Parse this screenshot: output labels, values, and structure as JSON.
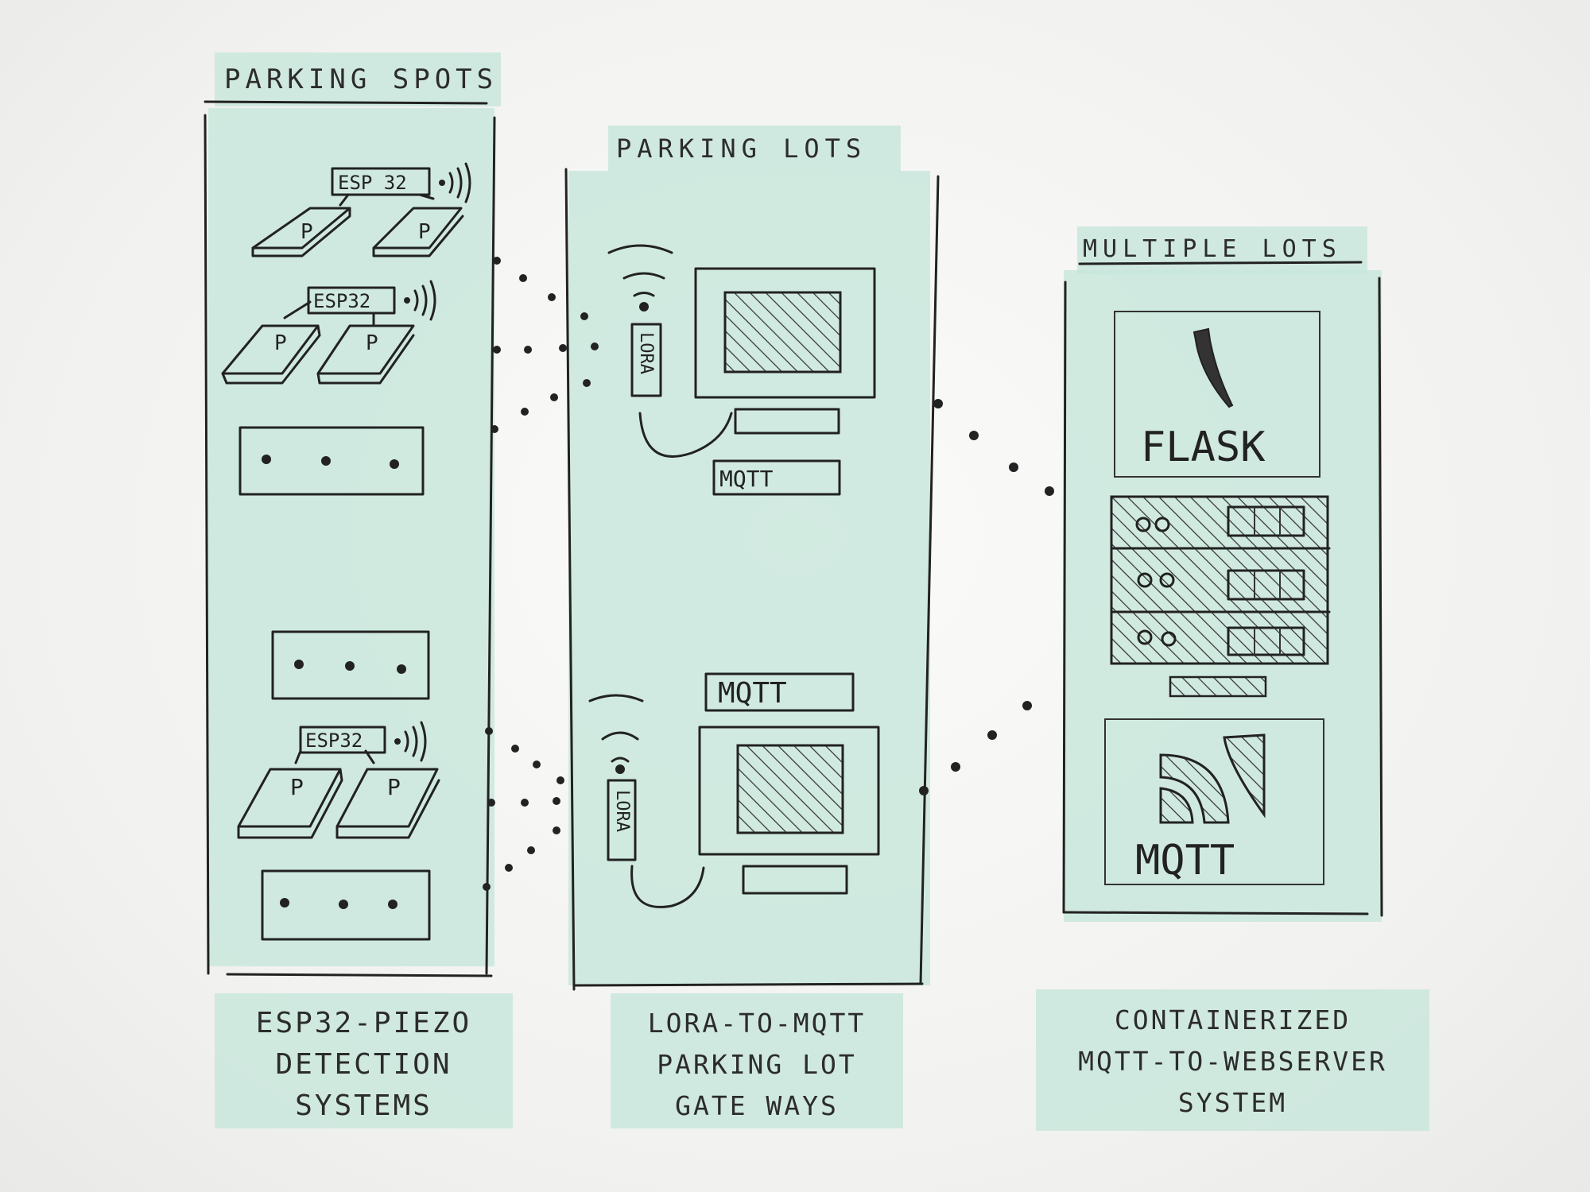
{
  "columns": {
    "spots": {
      "header": "PARKING SPOTS",
      "device_label_1": "ESP 32",
      "device_label_2": "ESP32",
      "device_label_3": "ESP32",
      "spot_label": "P",
      "caption_lines": [
        "ESP32-PIEZO",
        "DETECTION",
        "SYSTEMS"
      ]
    },
    "lots": {
      "header": "PARKING LOTS",
      "radio_label": "LORA",
      "mqtt_label_1": "MQTT",
      "mqtt_label_2": "MQTT",
      "caption_lines": [
        "LORA-TO-MQTT",
        "PARKING LOT",
        "GATE WAYS"
      ]
    },
    "server": {
      "header": "MULTIPLE LOTS",
      "flask_label": "FLASK",
      "mqtt_label": "MQTT",
      "caption_lines": [
        "CONTAINERIZED",
        "MQTT-TO-WEBSERVER",
        "SYSTEM"
      ]
    }
  },
  "colors": {
    "highlight": "#c8e6dc",
    "ink": "#222222",
    "paper": "#f4f4f2"
  }
}
